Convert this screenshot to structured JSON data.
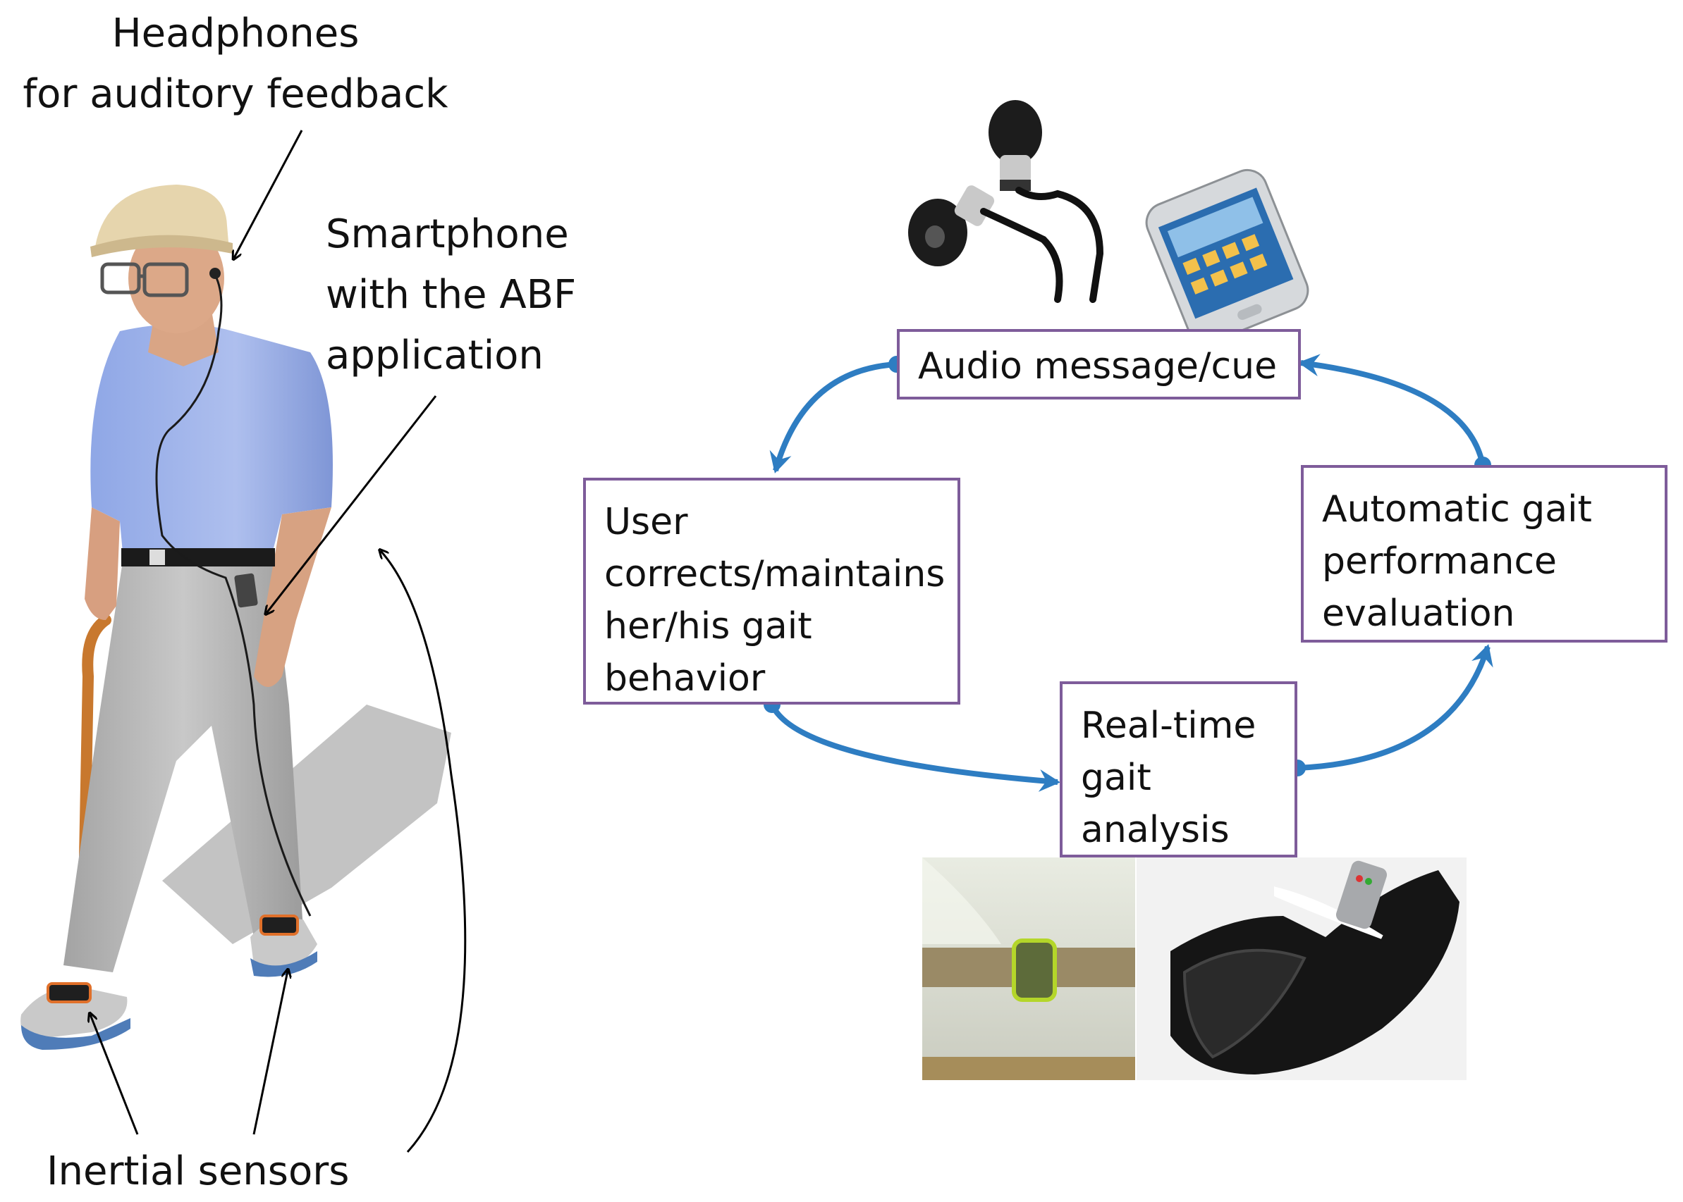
{
  "left_labels": {
    "headphones": "Headphones\nfor auditory feedback",
    "smartphone": "Smartphone\nwith the ABF\napplication",
    "inertial": "Inertial sensors"
  },
  "cycle_boxes": {
    "audio": "Audio message/cue",
    "user": "User\ncorrects/maintains\nher/his gait\nbehavior",
    "evaluation": "Automatic gait\nperformance\nevaluation",
    "analysis": "Real-time\ngait\nanalysis"
  },
  "colors": {
    "box_border": "#7e5c9a",
    "cycle_arrow": "#2e7dc2",
    "annotation_arrow": "#000000"
  },
  "images": {
    "person": "elderly-man-walking-with-cane-illustration",
    "devices": "earbuds-and-smartphone-photo",
    "belt_sensor": "belt-worn-sensor-photo",
    "shoe_sensor": "shoe-mounted-sensor-photo"
  }
}
